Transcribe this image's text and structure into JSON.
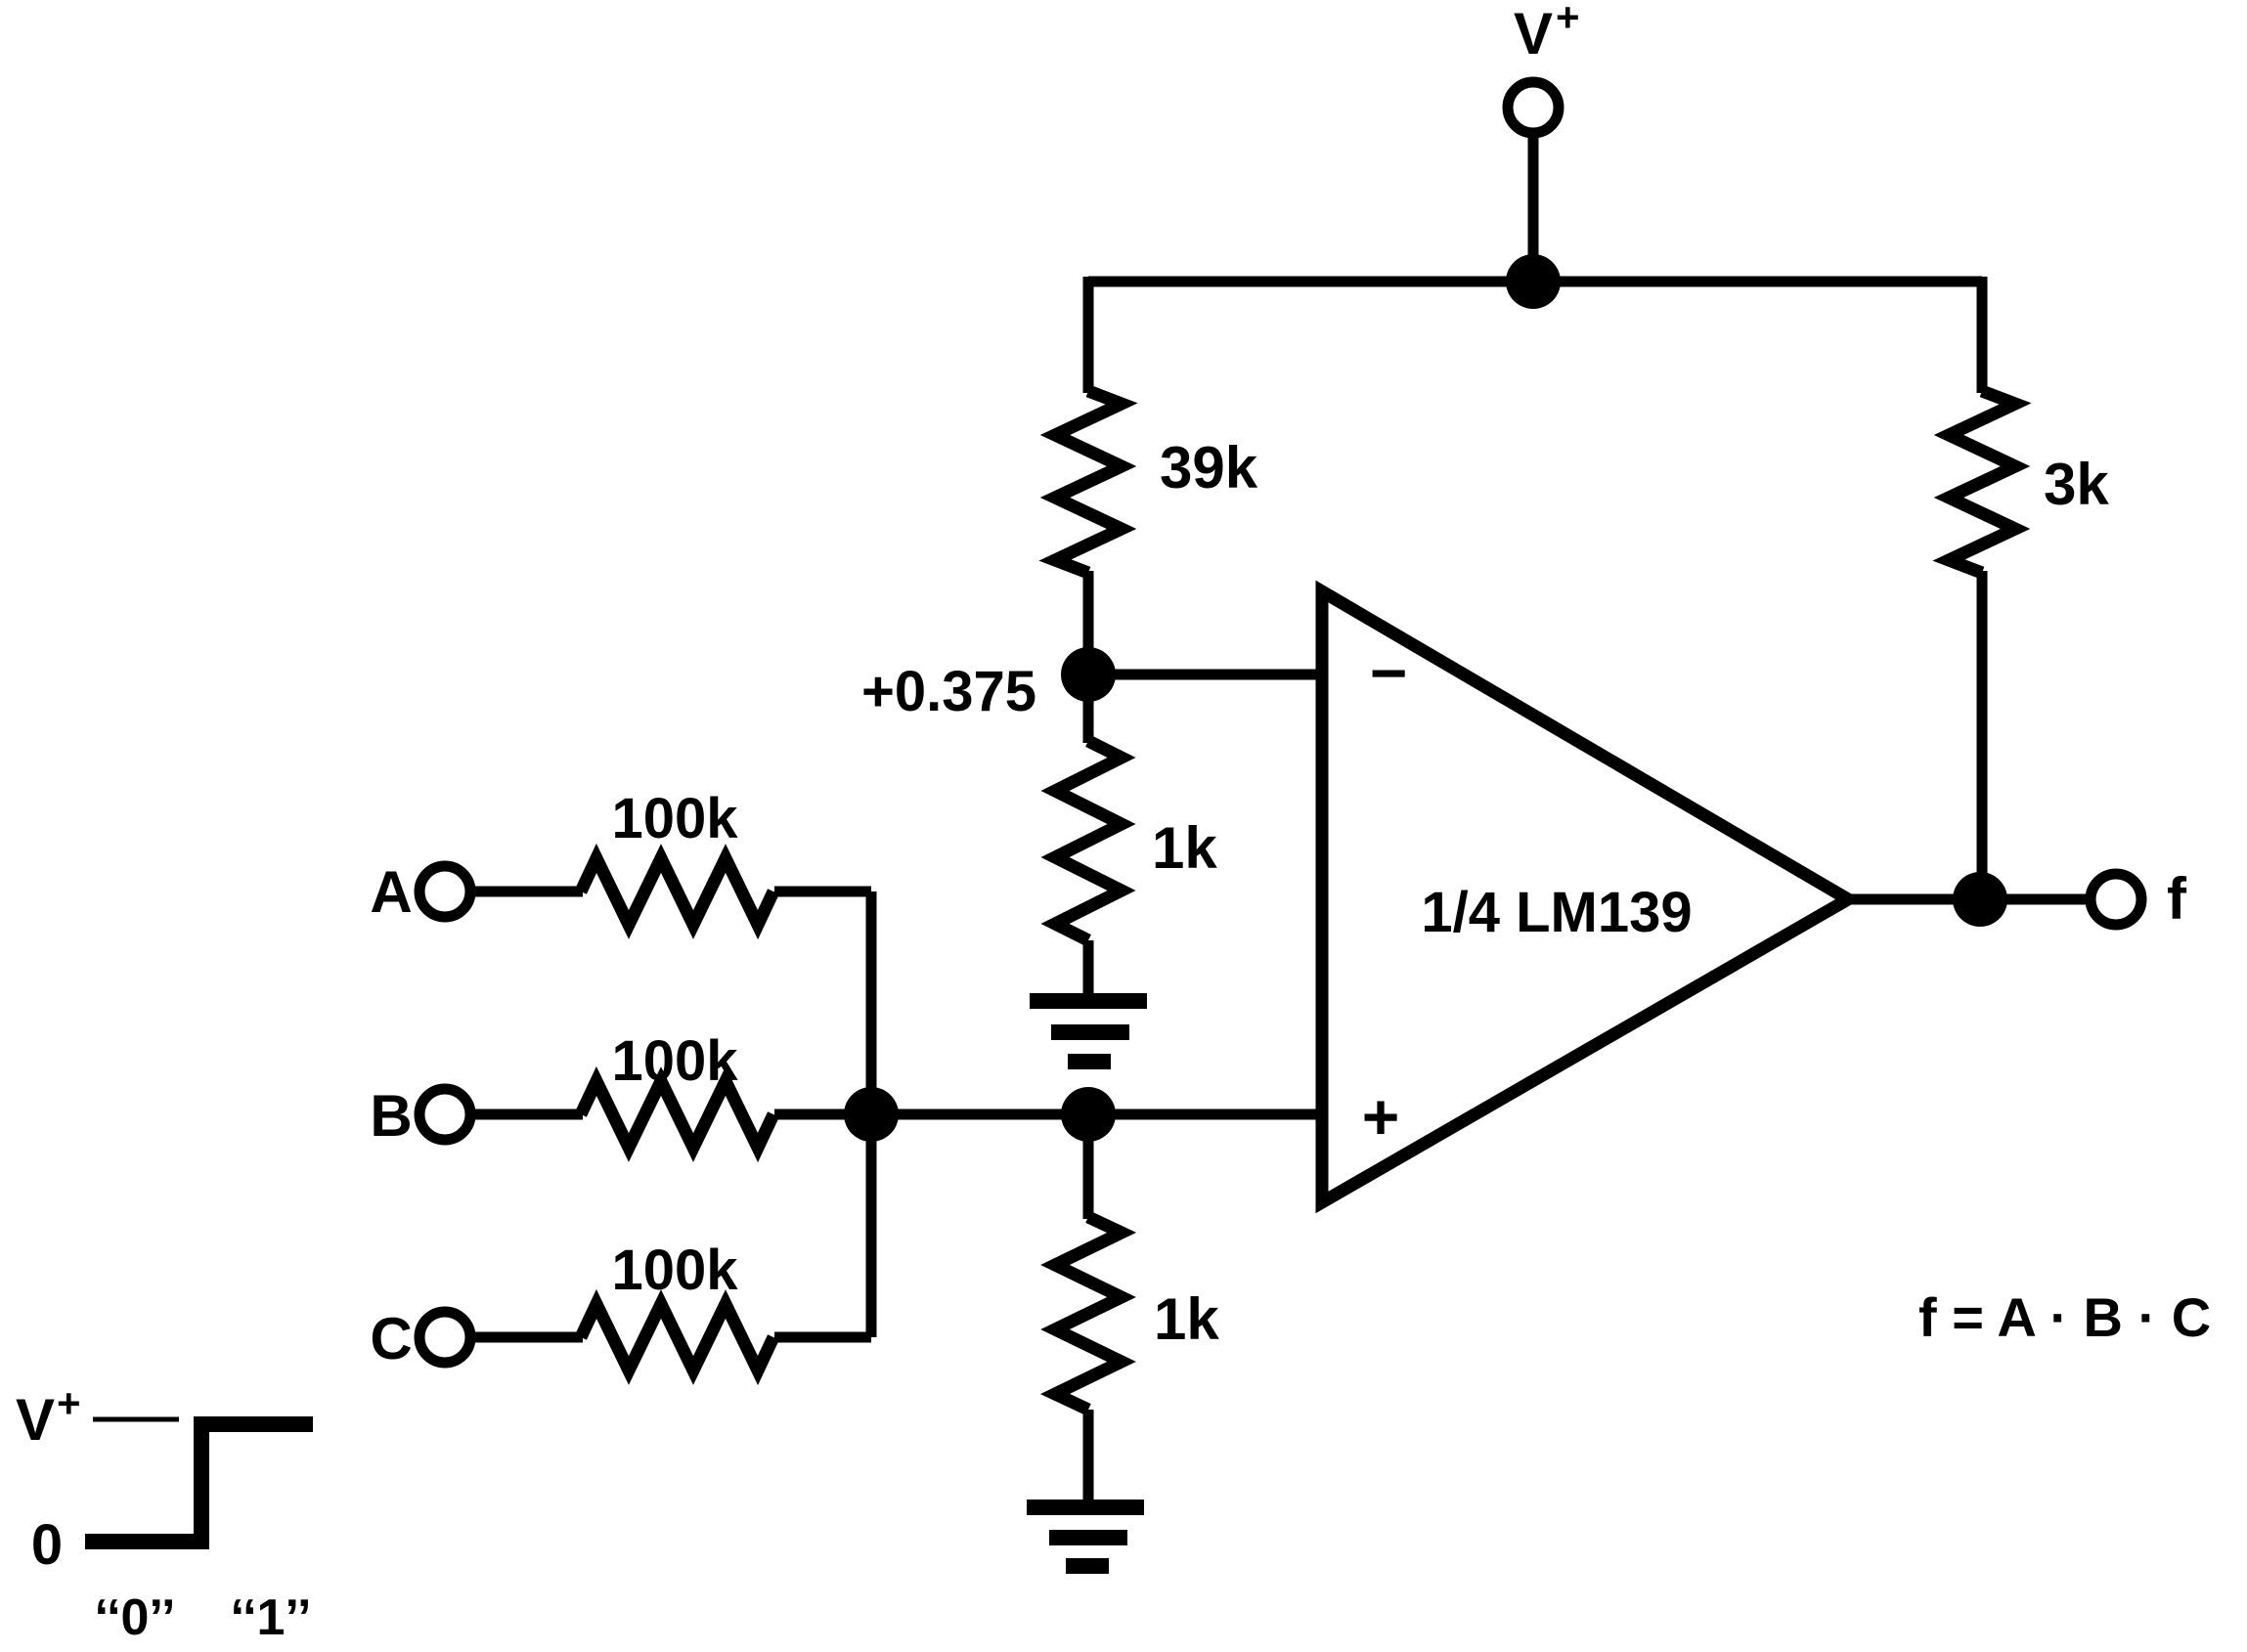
{
  "schematic": {
    "power": {
      "label_base": "V",
      "label_sup": "+"
    },
    "resistors": {
      "feedback": "39k",
      "pullup": "3k",
      "reference_divider": "1k",
      "input_divider": "1k",
      "input_a": "100k",
      "input_b": "100k",
      "input_c": "100k"
    },
    "inputs": {
      "a": "A",
      "b": "B",
      "c": "C"
    },
    "reference_node_voltage": "+0.375",
    "comparator": {
      "label": "1/4 LM139",
      "inverting_marker": "−",
      "noninverting_marker": "+"
    },
    "output": {
      "label": "f"
    },
    "equation": "f = A · B · C",
    "waveform": {
      "high_label_base": "V",
      "high_label_sup": "+",
      "zero_label": "0",
      "logic_low": "‘‘0’’",
      "logic_high": "‘‘1’’"
    }
  }
}
